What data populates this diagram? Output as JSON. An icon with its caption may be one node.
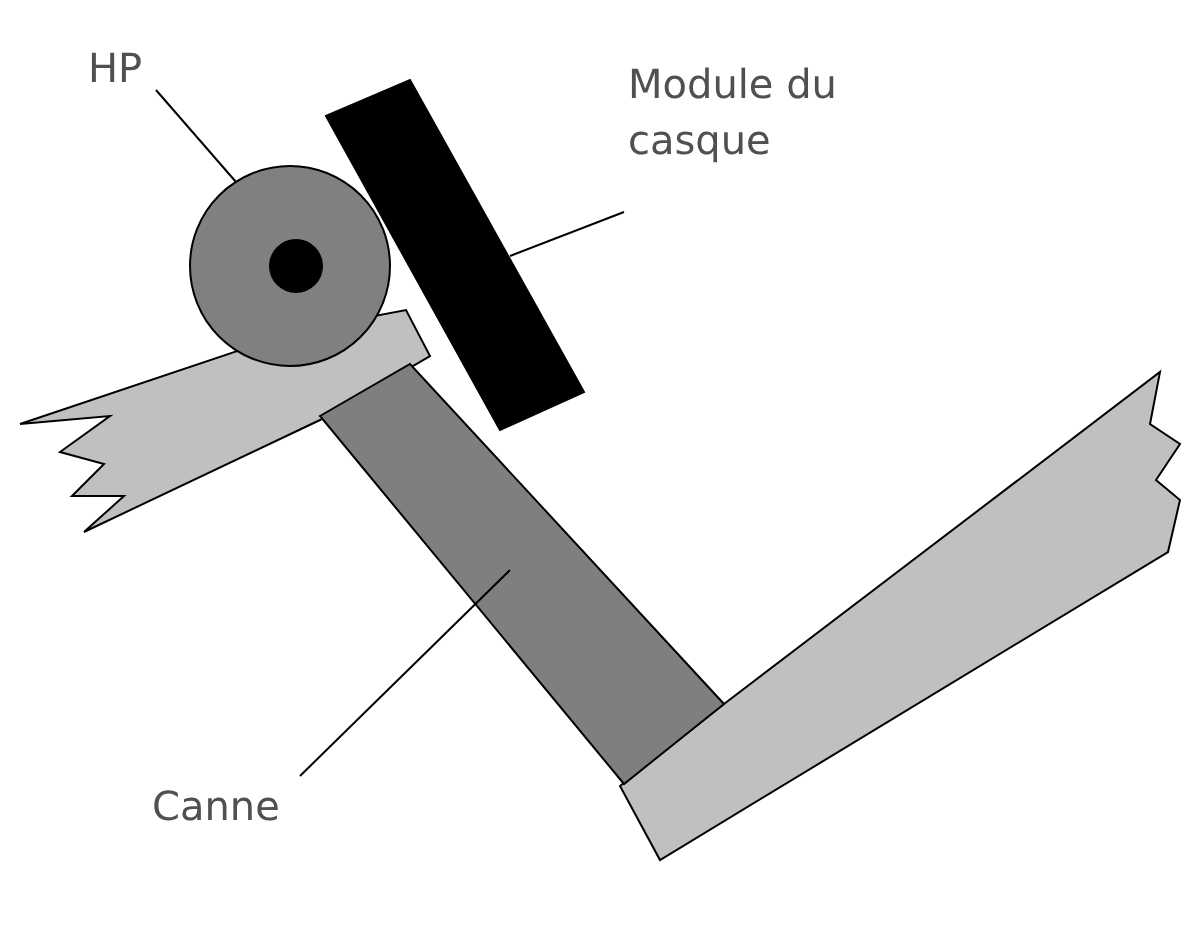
{
  "diagram": {
    "nodes": [
      {
        "text": [
          "HP"
        ]
      },
      {
        "text": [],
        "shape": "circle"
      },
      {
        "text": [
          "Module du casque"
        ]
      },
      {
        "text": [],
        "shape": "bar"
      },
      {
        "text": [],
        "shape": "bar"
      },
      {
        "text": [
          "Canne"
        ]
      }
    ],
    "edges": [
      {
        "from": 0,
        "to": 1,
        "arrow": "none"
      },
      {
        "from": 2,
        "to": 3,
        "arrow": "none"
      },
      {
        "from": 5,
        "to": 4,
        "arrow": "none"
      }
    ]
  }
}
